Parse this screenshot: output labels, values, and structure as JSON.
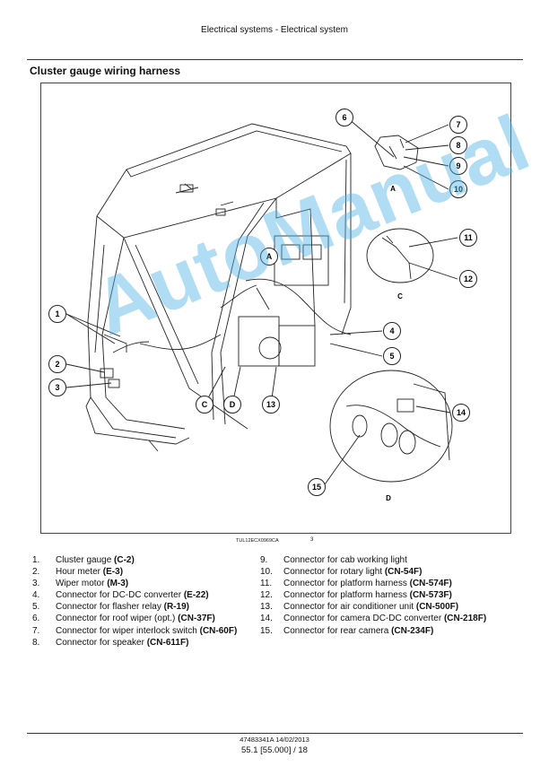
{
  "header": {
    "running_title": "Electrical systems - Electrical system"
  },
  "section": {
    "title": "Cluster gauge wiring harness"
  },
  "figure": {
    "code": "TUL12ECX0969CA",
    "number": "3",
    "callouts": [
      "1",
      "2",
      "3",
      "4",
      "5",
      "6",
      "7",
      "8",
      "9",
      "10",
      "11",
      "12",
      "13",
      "14",
      "15"
    ],
    "view_labels": [
      "A",
      "C",
      "D"
    ]
  },
  "legend": [
    {
      "num": "1.",
      "text": "Cluster gauge ",
      "code": "(C-2)"
    },
    {
      "num": "2.",
      "text": "Hour meter ",
      "code": "(E-3)"
    },
    {
      "num": "3.",
      "text": "Wiper motor ",
      "code": "(M-3)"
    },
    {
      "num": "4.",
      "text": "Connector for DC-DC converter ",
      "code": "(E-22)"
    },
    {
      "num": "5.",
      "text": "Connector for flasher relay ",
      "code": "(R-19)"
    },
    {
      "num": "6.",
      "text": "Connector for roof wiper (opt.) ",
      "code": "(CN-37F)"
    },
    {
      "num": "7.",
      "text": "Connector for wiper interlock switch ",
      "code": "(CN-60F)"
    },
    {
      "num": "8.",
      "text": "Connector for speaker ",
      "code": "(CN-611F)"
    },
    {
      "num": "9.",
      "text": "Connector for cab working light",
      "code": ""
    },
    {
      "num": "10.",
      "text": "Connector for rotary light ",
      "code": "(CN-54F)"
    },
    {
      "num": "11.",
      "text": "Connector for platform harness ",
      "code": "(CN-574F)"
    },
    {
      "num": "12.",
      "text": "Connector for platform harness ",
      "code": "(CN-573F)"
    },
    {
      "num": "13.",
      "text": "Connector for air conditioner unit ",
      "code": "(CN-500F)"
    },
    {
      "num": "14.",
      "text": "Connector for camera DC-DC converter ",
      "code": "(CN-218F)"
    },
    {
      "num": "15.",
      "text": "Connector for rear camera ",
      "code": "(CN-234F)"
    }
  ],
  "footer": {
    "doc_ref": "47483341A 14/02/2013",
    "page": "55.1 [55.000] / 18"
  },
  "watermark": {
    "text": "AutoManual",
    "color": "#50b4e6"
  }
}
